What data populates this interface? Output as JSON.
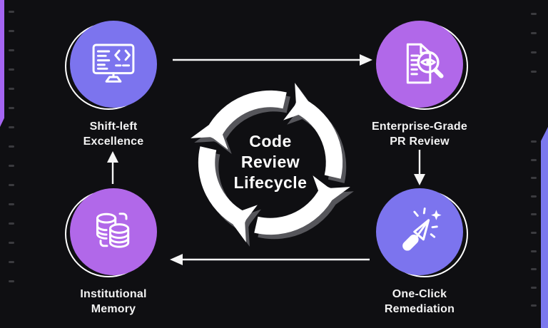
{
  "diagram": {
    "center_title": {
      "lines": [
        "Code",
        "Review",
        "Lifecycle"
      ]
    },
    "nodes": [
      {
        "id": "shift-left-excellence",
        "label_lines": [
          "Shift-left",
          "Excellence"
        ],
        "icon": "monitor-code-icon",
        "circle_color": "#7c74ee"
      },
      {
        "id": "enterprise-grade-pr-review",
        "label_lines": [
          "Enterprise-Grade",
          "PR Review"
        ],
        "icon": "document-search-icon",
        "circle_color": "#b168e9"
      },
      {
        "id": "institutional-memory",
        "label_lines": [
          "Institutional",
          "Memory"
        ],
        "icon": "database-stacks-icon",
        "circle_color": "#b168e9"
      },
      {
        "id": "one-click-remediation",
        "label_lines": [
          "One-Click",
          "Remediation"
        ],
        "icon": "magic-pen-icon",
        "circle_color": "#7c74ee"
      }
    ],
    "colors": {
      "background": "#0f0f12",
      "periwinkle": "#7c74ee",
      "orchid": "#b168e9",
      "arrow_white": "#f5f5f5",
      "cycle_shadow": "#56565b",
      "left_strip": "#a565f2",
      "right_strip": "#7b78ee",
      "dash": "#3b3b3f"
    }
  }
}
